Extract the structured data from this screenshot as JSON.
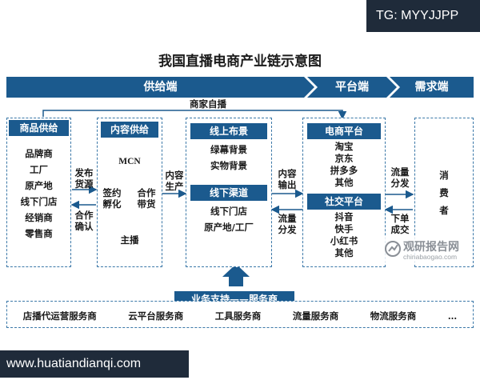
{
  "watermark_top": "TG: MYYJJPP",
  "title": "我国直播电商产业链示意图",
  "bands": {
    "supply": "供给端",
    "platform": "平台端",
    "demand": "需求端"
  },
  "top_arrow_label": "商家自播",
  "goods_supply": {
    "header": "商品供给",
    "items": [
      "品牌商",
      "工厂",
      "原产地",
      "线下门店",
      "经销商",
      "零售商"
    ]
  },
  "left_labels": {
    "publish": [
      "发布",
      "货源"
    ],
    "confirm": [
      "合作",
      "确认"
    ]
  },
  "content_supply": {
    "header": "内容供给",
    "mcn": "MCN",
    "host": "主播",
    "sign": [
      "签约",
      "孵化"
    ],
    "coop": [
      "合作",
      "带货"
    ]
  },
  "content_production": [
    "内容",
    "生产"
  ],
  "scene": {
    "online_header": "线上布景",
    "online_items": [
      "绿幕背景",
      "实物背景"
    ],
    "offline_header": "线下渠道",
    "offline_items": [
      "线下门店",
      "原产地/工厂"
    ]
  },
  "mid_labels": {
    "output": [
      "内容",
      "输出"
    ],
    "distribute": [
      "流量",
      "分发"
    ]
  },
  "platforms": {
    "ecommerce_header": "电商平台",
    "ecommerce_items": [
      "淘宝",
      "京东",
      "拼多多",
      "其他"
    ],
    "social_header": "社交平台",
    "social_items": [
      "抖音",
      "快手",
      "小红书",
      "其他"
    ]
  },
  "right_labels": {
    "distribute": [
      "流量",
      "分发"
    ],
    "order": [
      "下单",
      "成交"
    ]
  },
  "consumer": [
    "消",
    "费",
    "者"
  ],
  "watermark_logo": {
    "name": "观研报告网",
    "url": "chinabaogao.com"
  },
  "services": {
    "header": "业务支持——服务商",
    "items": [
      "店播代运营服务商",
      "云平台服务商",
      "工具服务商",
      "流量服务商",
      "物流服务商",
      "…"
    ]
  },
  "watermark_bottom": "www.huatiandianqi.com"
}
